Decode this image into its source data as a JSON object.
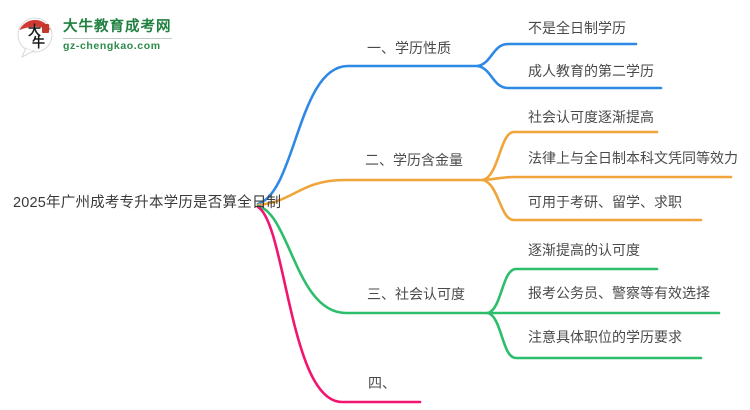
{
  "logo": {
    "title": "大牛教育成考网",
    "domain": "gz-chengkao.com",
    "mark_top": "大",
    "mark_bottom": "牛",
    "brand_green": "#1f8040",
    "brand_red": "#d03a32"
  },
  "central": {
    "label": "2025年广州成考专升本学历是否算全日制"
  },
  "colors": {
    "branch1": "#2e89e5",
    "branch2": "#efa53a",
    "branch3": "#2dbe6b",
    "branch4": "#f2156f",
    "text": "#4a4a4a"
  },
  "branches": [
    {
      "label": "一、学历性质",
      "color": "#2e89e5",
      "children": [
        "不是全日制学历",
        "成人教育的第二学历"
      ]
    },
    {
      "label": "二、学历含金量",
      "color": "#efa53a",
      "children": [
        "社会认可度逐渐提高",
        "法律上与全日制本科文凭同等效力",
        "可用于考研、留学、求职"
      ]
    },
    {
      "label": "三、社会认可度",
      "color": "#2dbe6b",
      "children": [
        "逐渐提高的认可度",
        "报考公务员、警察等有效选择",
        "注意具体职位的学历要求"
      ]
    },
    {
      "label": "四、",
      "color": "#f2156f",
      "children": []
    }
  ]
}
